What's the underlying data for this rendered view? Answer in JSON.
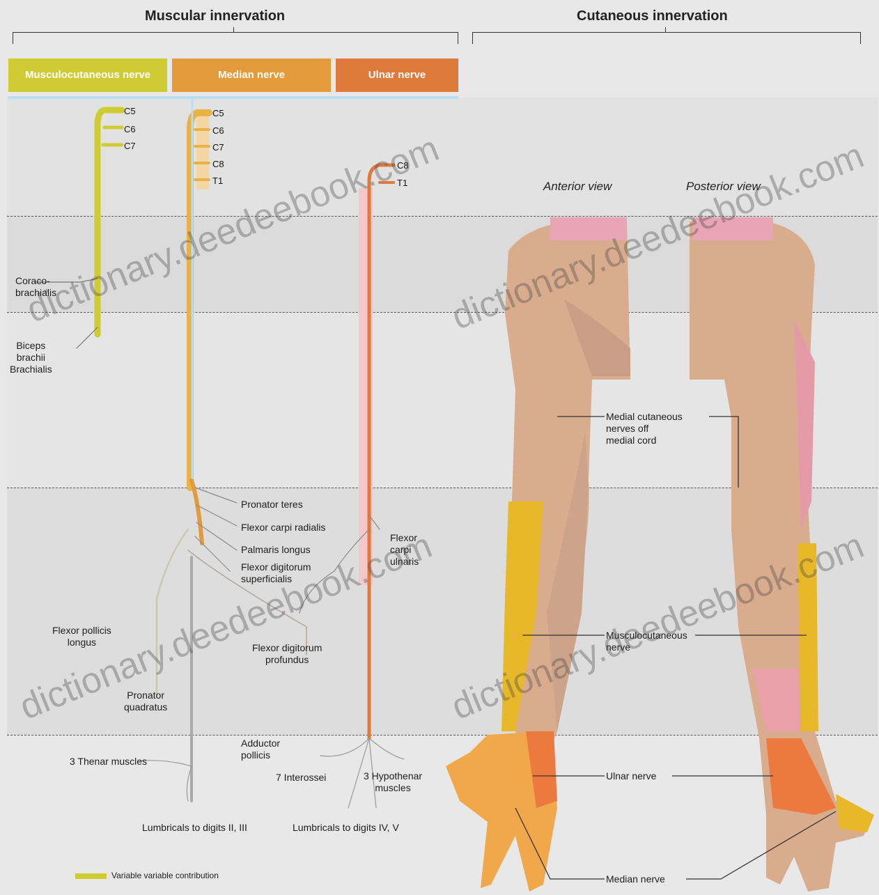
{
  "headings": {
    "muscular": "Muscular innervation",
    "cutaneous": "Cutaneous innervation"
  },
  "nerves": [
    {
      "label": "Musculocutaneous nerve",
      "color": "#cfcc33"
    },
    {
      "label": "Median nerve",
      "color": "#e39a3a"
    },
    {
      "label": "Ulnar nerve",
      "color": "#e07a3c"
    }
  ],
  "roots": {
    "musculocutaneous": [
      "C5",
      "C6",
      "C7"
    ],
    "median": [
      "C5",
      "C6",
      "C7",
      "C8",
      "T1"
    ],
    "ulnar": [
      "C8",
      "T1"
    ]
  },
  "views": {
    "anterior": "Anterior view",
    "posterior": "Posterior view"
  },
  "muscles": {
    "coracobrachialis": "Coraco-\nbrachialis",
    "biceps": "Biceps\nbrachii\nBrachialis",
    "pronator_teres": "Pronator teres",
    "fcr": "Flexor carpi radialis",
    "palmaris": "Palmaris longus",
    "fds": "Flexor digitorum\nsuperficialis",
    "fcu": "Flexor\ncarpi\nulnaris",
    "fpl": "Flexor pollicis\nlongus",
    "fdp": "Flexor digitorum\nprofundus",
    "pq": "Pronator\nquadratus",
    "thenar": "3 Thenar muscles",
    "adductor": "Adductor\npollicis",
    "interossei": "7 Interossei",
    "hypothenar": "3 Hypothenar\nmuscles",
    "lumbricals_23": "Lumbricals to digits II, III",
    "lumbricals_45": "Lumbricals to digits IV, V"
  },
  "cutaneous_labels": {
    "medial": "Medial cutaneous\nnerves off\nmedial cord",
    "musculocutaneous": "Musculocutaneous\nnerve",
    "ulnar": "Ulnar nerve",
    "median": "Median nerve"
  },
  "legend": "Variable variable contribution",
  "watermark": "dictionary.deedeebook.com"
}
